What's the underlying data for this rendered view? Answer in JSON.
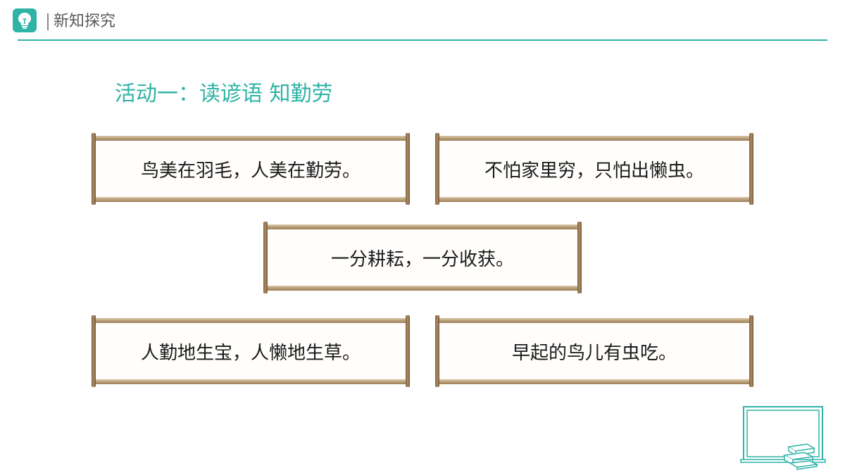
{
  "header": {
    "title": "新知探究",
    "icon": "lightbulb-icon",
    "accent_color": "#2fb3a6"
  },
  "activity": {
    "title": "活动一：读谚语 知勤劳"
  },
  "proverbs": [
    "鸟美在羽毛，人美在勤劳。",
    "不怕家里穷，只怕出懒虫。",
    "一分耕耘，一分收获。",
    "人勤地生宝，人懒地生草。",
    "早起的鸟儿有虫吃。"
  ],
  "decoration": {
    "icon": "blackboard-with-books-icon"
  }
}
